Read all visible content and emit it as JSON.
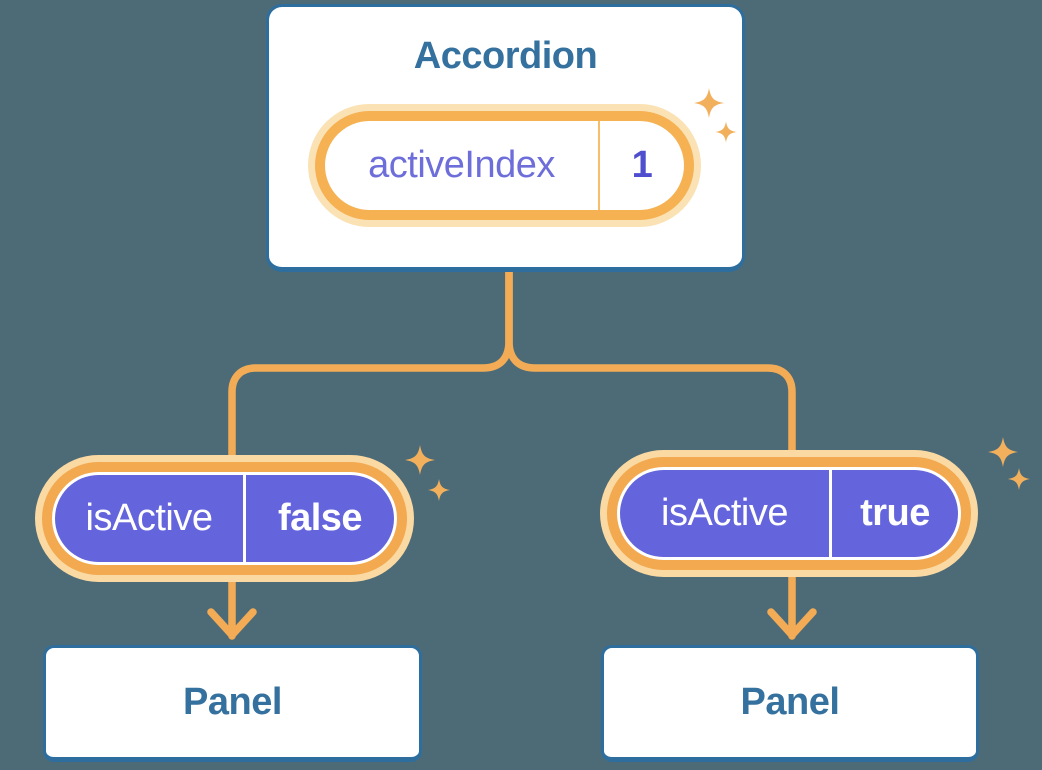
{
  "canvas": {
    "background": "#4D6B77"
  },
  "accordion": {
    "title": "Accordion",
    "state_pill": {
      "label": "activeIndex",
      "value": "1"
    }
  },
  "children": [
    {
      "side": "left",
      "prop_pill": {
        "label": "isActive",
        "value": "false"
      },
      "panel_title": "Panel"
    },
    {
      "side": "right",
      "prop_pill": {
        "label": "isActive",
        "value": "true"
      },
      "panel_title": "Panel"
    }
  ],
  "colors": {
    "background": "#4D6B77",
    "card_background": "#FFFFFF",
    "card_border": "#2E6E9E",
    "title_text": "#35719E",
    "connector_line": "#F3AC55",
    "sparkle": "#F3B05C",
    "state_pill_ring": "#F5B152",
    "state_pill_halo": "#FBE2B4",
    "state_pill_divider": "#F6BE6A",
    "state_pill_label_text": "#6E6EDB",
    "state_pill_value_text": "#4E4ECF",
    "prop_pill_ring": "#F2A94F",
    "prop_pill_halo": "#FBD9A2",
    "prop_pill_fill": "#6464DC",
    "prop_pill_text": "#FFFFFF"
  }
}
